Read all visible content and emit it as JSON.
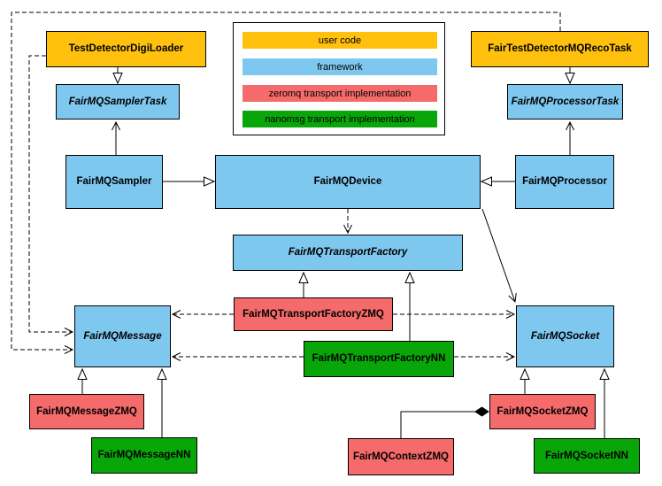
{
  "legend": {
    "items": [
      {
        "label": "user code",
        "color": "#FFC10E"
      },
      {
        "label": "framework",
        "color": "#7EC8F0"
      },
      {
        "label": "zeromq transport implementation",
        "color": "#F56B6B"
      },
      {
        "label": "nanomsg transport implementation",
        "color": "#09A609"
      }
    ]
  },
  "nodes": {
    "digiLoader": {
      "label": "TestDetectorDigiLoader",
      "category": "user code",
      "abstract": false
    },
    "recoTask": {
      "label": "FairTestDetectorMQRecoTask",
      "category": "user code",
      "abstract": false
    },
    "samplerTask": {
      "label": "FairMQSamplerTask",
      "category": "framework",
      "abstract": true
    },
    "processorTask": {
      "label": "FairMQProcessorTask",
      "category": "framework",
      "abstract": true
    },
    "sampler": {
      "label": "FairMQSampler",
      "category": "framework",
      "abstract": false
    },
    "device": {
      "label": "FairMQDevice",
      "category": "framework",
      "abstract": false
    },
    "processor": {
      "label": "FairMQProcessor",
      "category": "framework",
      "abstract": false
    },
    "transportFactory": {
      "label": "FairMQTransportFactory",
      "category": "framework",
      "abstract": true
    },
    "transportFactoryZMQ": {
      "label": "FairMQTransportFactoryZMQ",
      "category": "zeromq transport implementation",
      "abstract": false
    },
    "transportFactoryNN": {
      "label": "FairMQTransportFactoryNN",
      "category": "nanomsg transport implementation",
      "abstract": false
    },
    "message": {
      "label": "FairMQMessage",
      "category": "framework",
      "abstract": true
    },
    "socket": {
      "label": "FairMQSocket",
      "category": "framework",
      "abstract": true
    },
    "messageZMQ": {
      "label": "FairMQMessageZMQ",
      "category": "zeromq transport implementation",
      "abstract": false
    },
    "messageNN": {
      "label": "FairMQMessageNN",
      "category": "nanomsg transport implementation",
      "abstract": false
    },
    "socketZMQ": {
      "label": "FairMQSocketZMQ",
      "category": "zeromq transport implementation",
      "abstract": false
    },
    "socketNN": {
      "label": "FairMQSocketNN",
      "category": "nanomsg transport implementation",
      "abstract": false
    },
    "contextZMQ": {
      "label": "FairMQContextZMQ",
      "category": "zeromq transport implementation",
      "abstract": false
    }
  },
  "relationships": [
    {
      "from": "TestDetectorDigiLoader",
      "to": "FairMQSamplerTask",
      "type": "inheritance"
    },
    {
      "from": "FairTestDetectorMQRecoTask",
      "to": "FairMQProcessorTask",
      "type": "inheritance"
    },
    {
      "from": "FairMQSampler",
      "to": "FairMQSamplerTask",
      "type": "association"
    },
    {
      "from": "FairMQProcessor",
      "to": "FairMQProcessorTask",
      "type": "association"
    },
    {
      "from": "FairMQSampler",
      "to": "FairMQDevice",
      "type": "inheritance"
    },
    {
      "from": "FairMQProcessor",
      "to": "FairMQDevice",
      "type": "inheritance"
    },
    {
      "from": "FairMQDevice",
      "to": "FairMQTransportFactory",
      "type": "dependency"
    },
    {
      "from": "FairMQDevice",
      "to": "FairMQSocket",
      "type": "association"
    },
    {
      "from": "FairMQTransportFactoryZMQ",
      "to": "FairMQTransportFactory",
      "type": "inheritance"
    },
    {
      "from": "FairMQTransportFactoryNN",
      "to": "FairMQTransportFactory",
      "type": "inheritance"
    },
    {
      "from": "FairMQTransportFactoryZMQ",
      "to": "FairMQMessage",
      "type": "dependency"
    },
    {
      "from": "FairMQTransportFactoryZMQ",
      "to": "FairMQSocket",
      "type": "dependency"
    },
    {
      "from": "FairMQTransportFactoryNN",
      "to": "FairMQMessage",
      "type": "dependency"
    },
    {
      "from": "FairMQTransportFactoryNN",
      "to": "FairMQSocket",
      "type": "dependency"
    },
    {
      "from": "FairTestDetectorMQRecoTask",
      "to": "FairMQMessage",
      "type": "dependency"
    },
    {
      "from": "TestDetectorDigiLoader",
      "to": "FairMQMessage",
      "type": "dependency"
    },
    {
      "from": "FairMQMessageZMQ",
      "to": "FairMQMessage",
      "type": "inheritance"
    },
    {
      "from": "FairMQMessageNN",
      "to": "FairMQMessage",
      "type": "inheritance"
    },
    {
      "from": "FairMQSocketZMQ",
      "to": "FairMQSocket",
      "type": "inheritance"
    },
    {
      "from": "FairMQSocketNN",
      "to": "FairMQSocket",
      "type": "inheritance"
    },
    {
      "from": "FairMQContextZMQ",
      "to": "FairMQSocketZMQ",
      "type": "composition"
    }
  ]
}
